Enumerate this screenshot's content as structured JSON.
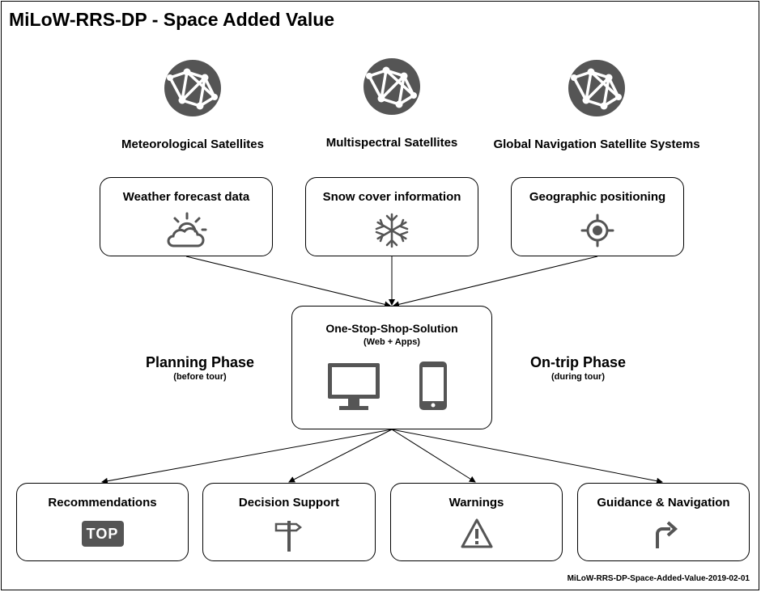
{
  "title": "MiLoW-RRS-DP - Space Added Value",
  "footer": "MiLoW-RRS-DP-Space-Added-Value-2019-02-01",
  "satellites": [
    {
      "label": "Meteorological Satellites",
      "icon": "globe-network-icon"
    },
    {
      "label": "Multispectral Satellites",
      "icon": "globe-network-icon"
    },
    {
      "label": "Global Navigation Satellite Systems",
      "icon": "globe-network-icon"
    }
  ],
  "data_sources": [
    {
      "label": "Weather forecast data",
      "icon": "partly-cloudy-icon"
    },
    {
      "label": "Snow cover information",
      "icon": "snowflake-icon"
    },
    {
      "label": "Geographic positioning",
      "icon": "crosshair-icon"
    }
  ],
  "solution": {
    "label": "One-Stop-Shop-Solution",
    "sub": "(Web + Apps)",
    "icons": [
      "monitor-icon",
      "smartphone-icon"
    ]
  },
  "phases": {
    "planning": {
      "name": "Planning Phase",
      "sub": "(before tour)"
    },
    "ontrip": {
      "name": "On-trip Phase",
      "sub": "(during tour)"
    }
  },
  "outputs": [
    {
      "label": "Recommendations",
      "icon": "top-badge-icon",
      "badge_text": "TOP"
    },
    {
      "label": "Decision Support",
      "icon": "signpost-icon"
    },
    {
      "label": "Warnings",
      "icon": "warning-icon"
    },
    {
      "label": "Guidance & Navigation",
      "icon": "turn-right-icon"
    }
  ],
  "colors": {
    "icon": "#555555",
    "line": "#000000"
  }
}
